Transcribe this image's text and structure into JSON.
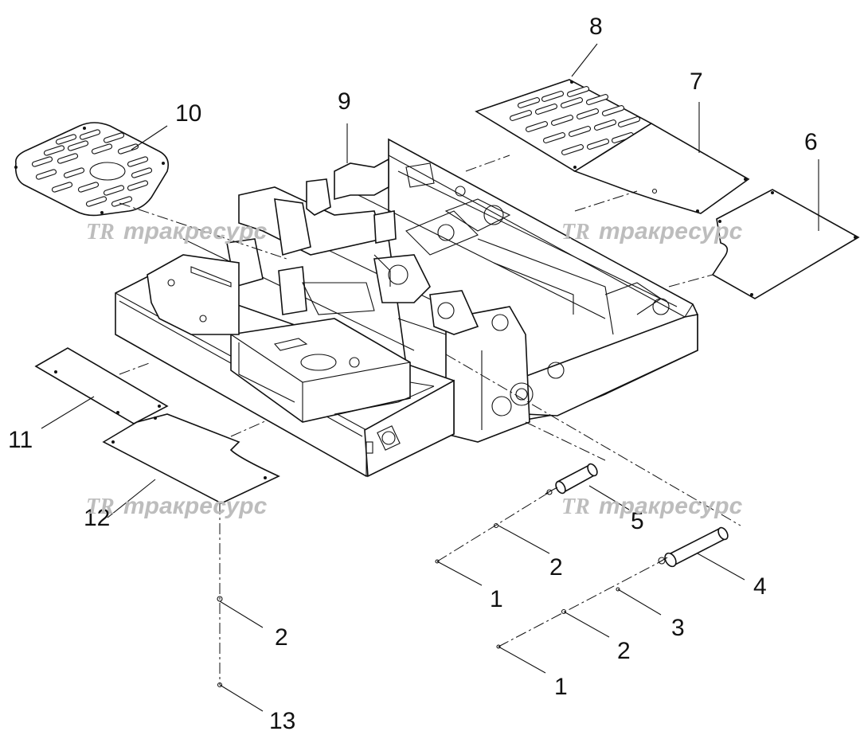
{
  "callouts": {
    "c1a": "1",
    "c1b": "1",
    "c2a": "2",
    "c2b": "2",
    "c2c": "2",
    "c3": "3",
    "c4": "4",
    "c5": "5",
    "c6": "6",
    "c7": "7",
    "c8": "8",
    "c9": "9",
    "c10": "10",
    "c11": "11",
    "c12": "12",
    "c13": "13"
  },
  "watermark": {
    "logo": "TR",
    "text": "тракресурс"
  },
  "colors": {
    "line": "#111111",
    "watermark": "#bdbdbd",
    "background": "#ffffff"
  }
}
